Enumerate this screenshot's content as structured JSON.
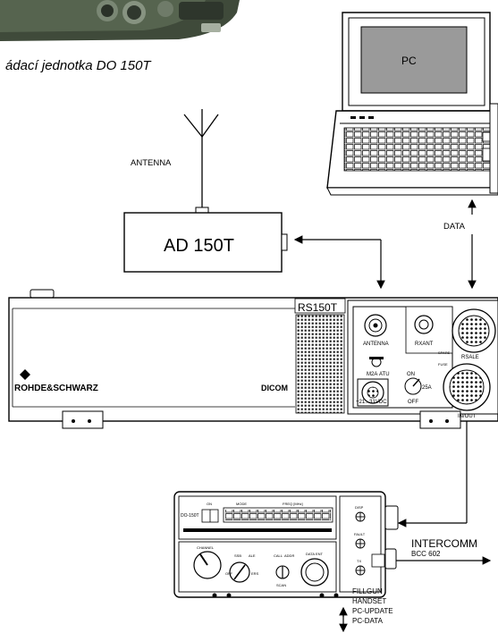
{
  "caption": "ádací jednotka DO 150T",
  "antenna_label": "ANTENNA",
  "pc_label": "PC",
  "ad_label": "AD 150T",
  "data_label": "DATA",
  "radio": {
    "model": "RS150T",
    "brand": "ROHDE&SCHWARZ",
    "name": "DICOM",
    "antenna": "ANTENNA",
    "rxant": "RXANT",
    "m2a": "M2A",
    "atu": "ATU",
    "spare": "SPARE",
    "fuse": "FUSE",
    "rsale": "RSALE",
    "on": "ON",
    "off": "OFF",
    "power": "+21...31VDC",
    "in_out": "IN/OUT",
    "amp": "25A"
  },
  "controller": {
    "model": "DO-150T",
    "on": "ON",
    "mode": "MODE",
    "freq": "FREQ [MHz]",
    "channel": "CHANNEL",
    "off": "OFF",
    "ssb": "SSB",
    "ale": "ALE",
    "ers": "ERS",
    "call": "CALL",
    "addr": "ADDR",
    "scan": "SCAN",
    "dataent": "DATA ENT",
    "disp": "DISP",
    "fault": "FAULT",
    "tx": "TX"
  },
  "intercomm_label": "INTERCOMM",
  "bcc_label": "BCC 602",
  "fill_lines": [
    "FILLGUN",
    "HANDSET",
    "PC-UPDATE",
    "PC-DATA"
  ]
}
